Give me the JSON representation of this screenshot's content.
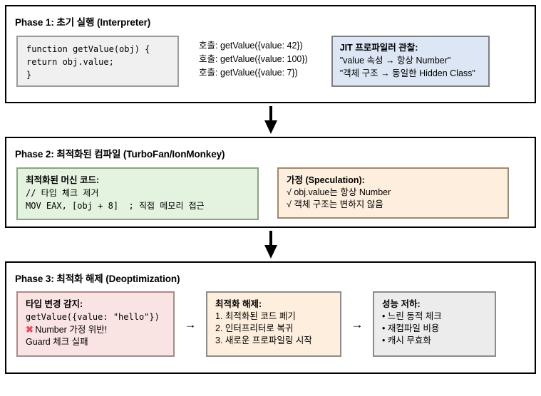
{
  "phases": [
    {
      "title": "Phase 1: 초기 실행 (Interpreter)",
      "code_box": {
        "line1": "function getValue(obj) {",
        "line2": "return obj.value;",
        "line3": "}"
      },
      "calls": [
        "호출: getValue({value: 42})",
        "호출: getValue({value: 100})",
        "호출: getValue({value: 7})"
      ],
      "jit_box": {
        "title": "JIT 프로파일러 관찰:",
        "line1": "\"value 속성 → 항상 Number\"",
        "line2": "\"객체 구조 → 동일한 Hidden Class\""
      }
    },
    {
      "title": "Phase 2: 최적화된 컴파일 (TurboFan/IonMonkey)",
      "machine_box": {
        "title": "최적화된 머신 코드:",
        "line1": "// 타입 체크 제거",
        "line2": "MOV EAX, [obj + 8]  ; 직접 메모리 접근"
      },
      "spec_box": {
        "title": "가정 (Speculation):",
        "line1": "√ obj.value는 항상 Number",
        "line2": "√ 객체 구조는 변하지 않음"
      }
    },
    {
      "title": "Phase 3: 최적화 해제 (Deoptimization)",
      "deopt_box": {
        "title": "타입 변경 감지:",
        "code": "getValue({value: \"hello\"})",
        "x_icon": "x-mark-icon",
        "violation": "Number 가정 위반!",
        "guard": "Guard 체크 실패"
      },
      "undo_box": {
        "title": "최적화 해제:",
        "items": [
          "1. 최적화된 코드 폐기",
          "2. 인터프리터로 복귀",
          "3. 새로운 프로파일링 시작"
        ]
      },
      "perf_box": {
        "title": "성능 저하:",
        "items": [
          "• 느린 동적 체크",
          "• 재컴파일 비용",
          "• 캐시 무효화"
        ]
      },
      "arrow_1": "→",
      "arrow_2": "→"
    }
  ],
  "connectors": {
    "arrow_down_1": "down-arrow-icon",
    "arrow_down_2": "down-arrow-icon"
  },
  "colors": {
    "jit_blue": "#dce6f4",
    "machine_green": "#e4f2e0",
    "speculation_peach": "#fdeedd",
    "deopt_pink": "#fae3e3",
    "perf_gray": "#ececec",
    "x_red": "#e8485a"
  }
}
